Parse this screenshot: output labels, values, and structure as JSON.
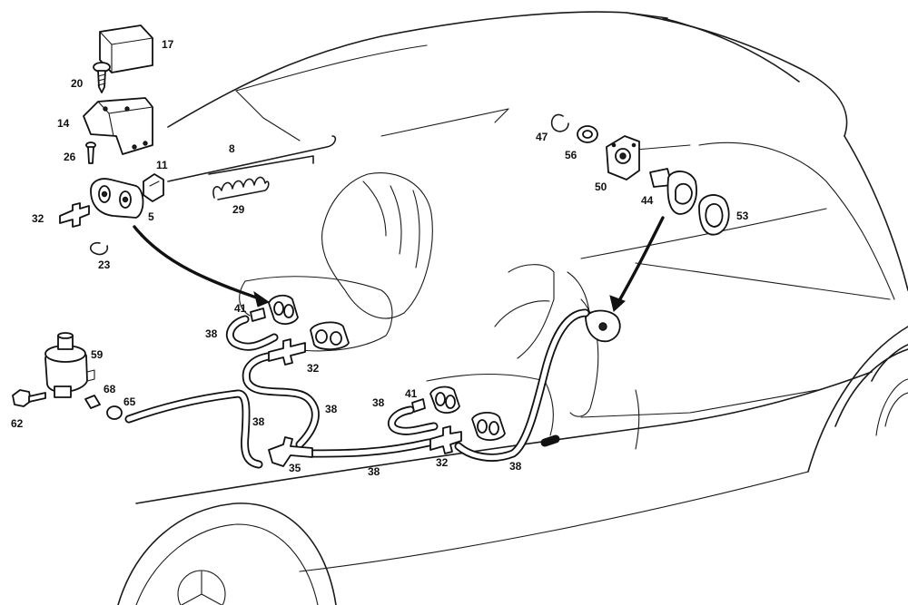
{
  "labels": {
    "p17": "17",
    "p20": "20",
    "p14": "14",
    "p26": "26",
    "p11": "11",
    "p32a": "32",
    "p5": "5",
    "p23": "23",
    "p8": "8",
    "p29": "29",
    "p47": "47",
    "p56": "56",
    "p50": "50",
    "p44": "44",
    "p53": "53",
    "p41a": "41",
    "p38a": "38",
    "p32b": "32",
    "p38b": "38",
    "p59": "59",
    "p68": "68",
    "p65": "65",
    "p62": "62",
    "p38c": "38",
    "p35": "35",
    "p38d": "38",
    "p38e": "38",
    "p41b": "41",
    "p32c": "32",
    "p38f": "38"
  }
}
